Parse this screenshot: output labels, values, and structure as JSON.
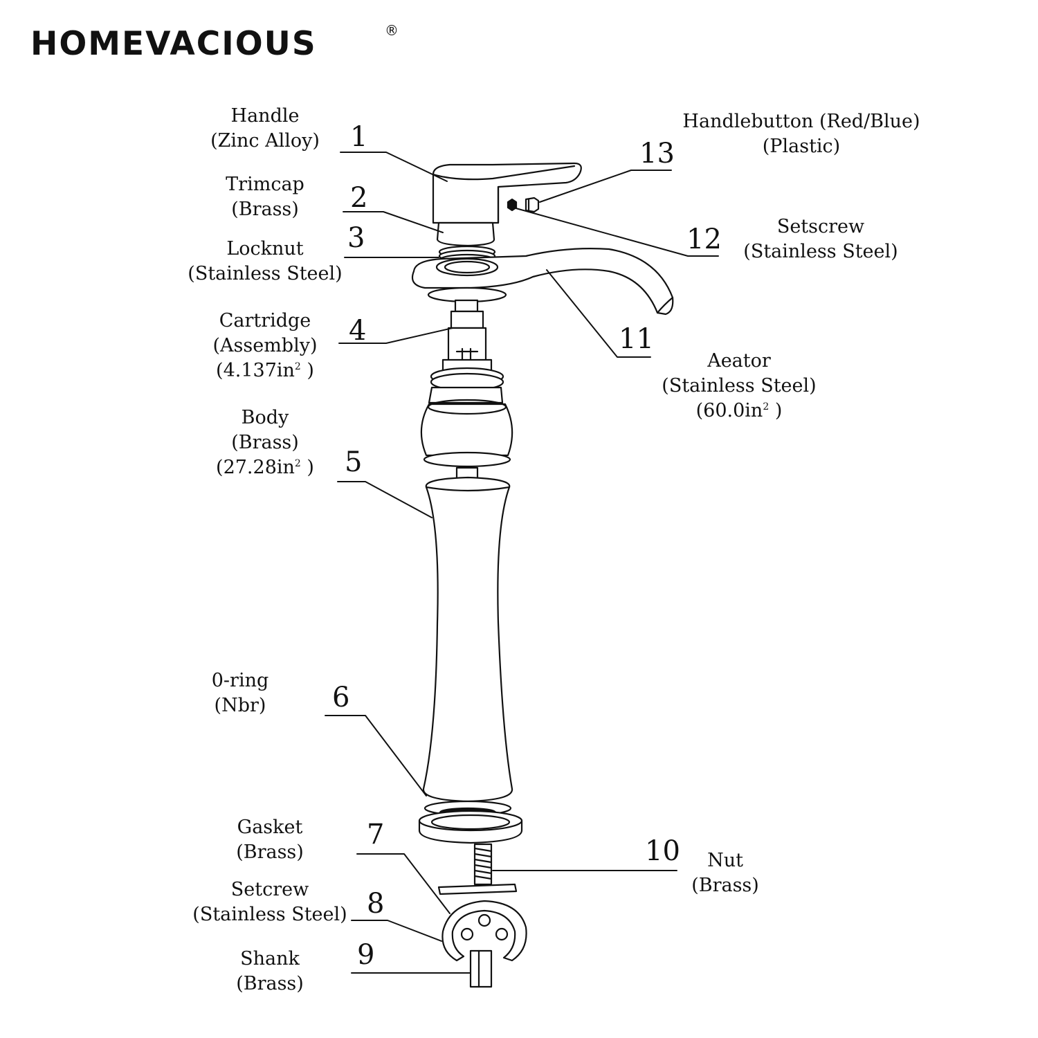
{
  "brand": {
    "name": "HOMEVACIOUS",
    "registered_mark": "®"
  },
  "parts": [
    {
      "number": "1",
      "name": "Handle",
      "material": "(Zinc Alloy)"
    },
    {
      "number": "2",
      "name": "Trimcap",
      "material": "(Brass)"
    },
    {
      "number": "3",
      "name": "Locknut",
      "material": "(Stainless Steel)"
    },
    {
      "number": "4",
      "name": "Cartridge",
      "material": "(Assembly)",
      "area": "(4.137in",
      "area_close": " )"
    },
    {
      "number": "5",
      "name": "Body",
      "material": "(Brass)",
      "area": "(27.28in",
      "area_close": " )"
    },
    {
      "number": "6",
      "name": "0-ring",
      "material": "(Nbr)"
    },
    {
      "number": "7",
      "name": "Gasket",
      "material": "(Brass)"
    },
    {
      "number": "8",
      "name": "Setcrew",
      "material": "(Stainless Steel)"
    },
    {
      "number": "9",
      "name": "Shank",
      "material": "(Brass)"
    },
    {
      "number": "10",
      "name": "Nut",
      "material": "(Brass)"
    },
    {
      "number": "11",
      "name": "Aeator",
      "material": "(Stainless Steel)",
      "area": "(60.0in",
      "area_close": " )"
    },
    {
      "number": "12",
      "name": "Setscrew",
      "material": "(Stainless Steel)"
    },
    {
      "number": "13",
      "name": "Handlebutton (Red/Blue)",
      "material": "(Plastic)"
    }
  ],
  "superscript": "2"
}
